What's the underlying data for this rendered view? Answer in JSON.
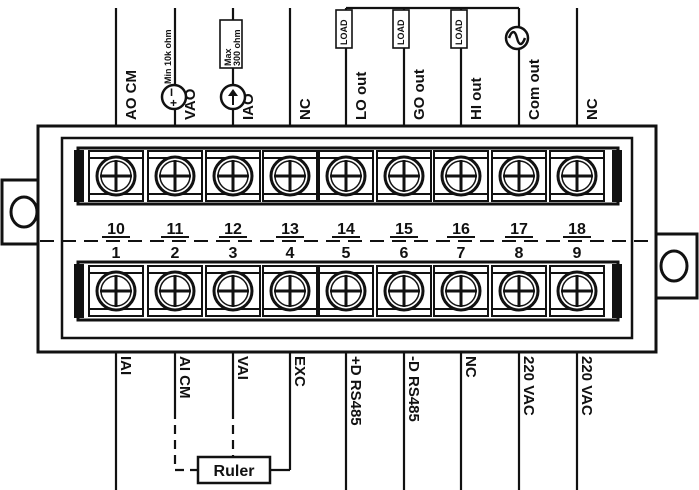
{
  "colors": {
    "ink": "#111111",
    "background": "#ffffff"
  },
  "top_row": {
    "numbers": [
      "10",
      "11",
      "12",
      "13",
      "14",
      "15",
      "16",
      "17",
      "18"
    ],
    "labels": [
      "AO CM",
      "VAO",
      "IAO",
      "NC",
      "LO out",
      "GO out",
      "HI out",
      "Com out",
      "NC"
    ],
    "load_tags": [
      "LOAD",
      "LOAD",
      "LOAD"
    ],
    "voltage_note": "Min 10k ohm",
    "current_note_1": "Max",
    "current_note_2": "300 ohm",
    "ac_source_icon": "sine-wave-icon",
    "voltage_meter_icon": "voltmeter-icon",
    "current_meter_icon": "ammeter-icon"
  },
  "bottom_row": {
    "numbers": [
      "1",
      "2",
      "3",
      "4",
      "5",
      "6",
      "7",
      "8",
      "9"
    ],
    "labels": [
      "IAI",
      "AI CM",
      "VAI",
      "EXC",
      "+D RS485",
      "-D RS485",
      "NC",
      "220 VAC",
      "220 VAC"
    ],
    "ruler_label": "Ruler"
  },
  "icons": {
    "terminal_screw": "screw-head-icon",
    "mount_hole": "mount-hole-icon"
  }
}
